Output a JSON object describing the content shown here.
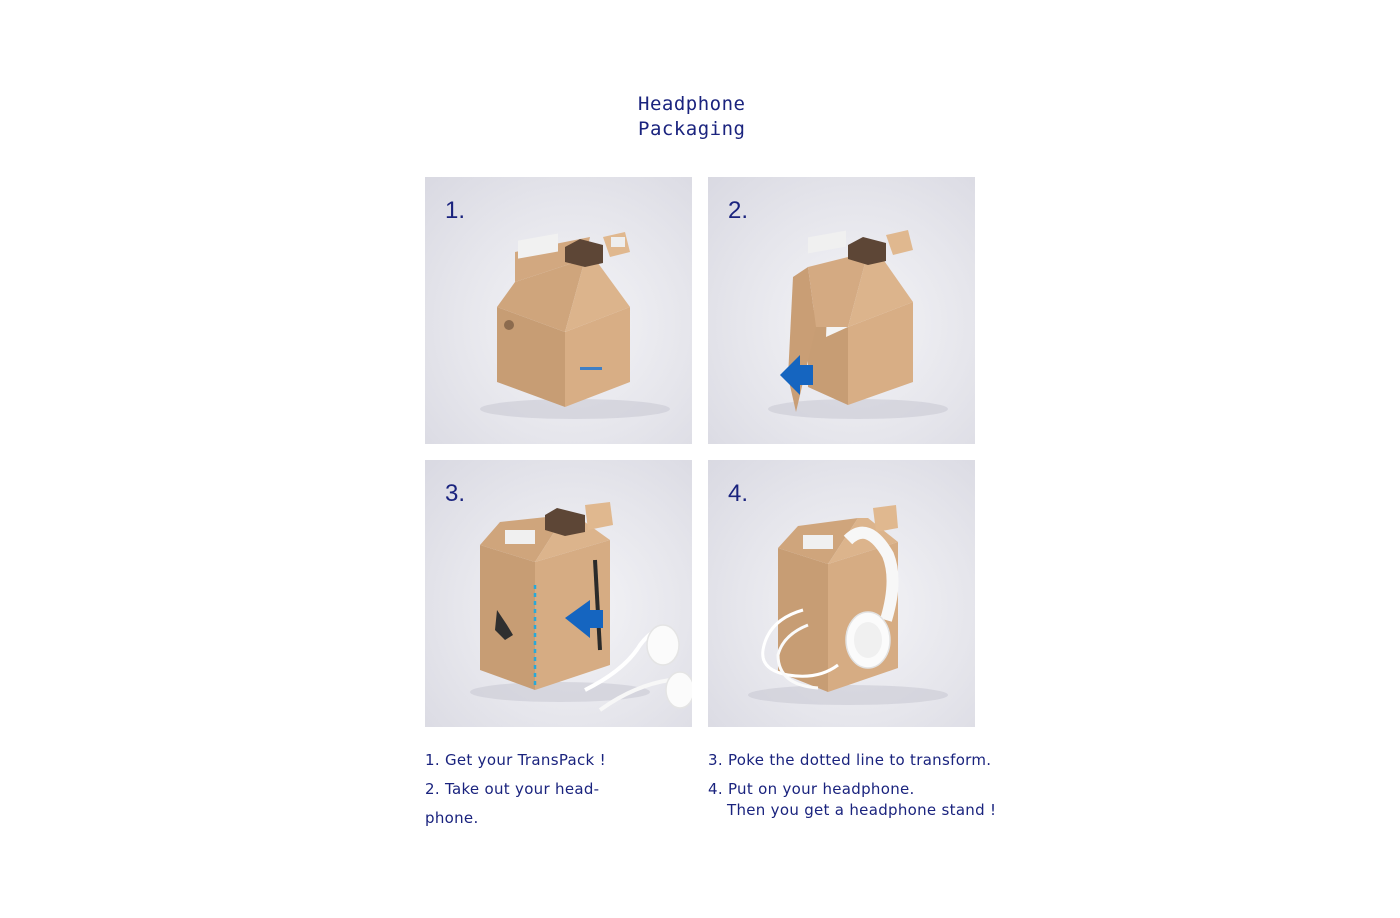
{
  "title": {
    "line1": "Headphone",
    "line2": "Packaging"
  },
  "panels": [
    {
      "number": "1."
    },
    {
      "number": "2."
    },
    {
      "number": "3."
    },
    {
      "number": "4."
    }
  ],
  "instructions": {
    "left": {
      "step1": "1. Get your TransPack !",
      "step2_line1": "2. Take out your head-",
      "step2_line2": "phone."
    },
    "right": {
      "step3": "3. Poke the dotted line to transform.",
      "step4_line1": "4. Put on your headphone.",
      "step4_line2": "Then you get a headphone stand !"
    }
  },
  "colors": {
    "accent": "#1a237e",
    "arrow": "#1565c0",
    "cardboard": "#c9a07a",
    "dotted": "#29a8d8"
  }
}
